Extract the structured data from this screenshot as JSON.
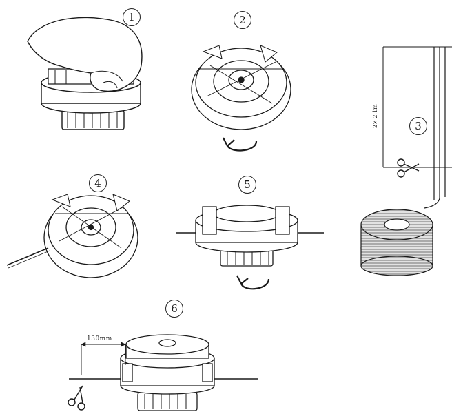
{
  "steps": {
    "s1": "1",
    "s2": "2",
    "s3": "3",
    "s4": "4",
    "s5": "5",
    "s6": "6"
  },
  "labels": {
    "line_spec": "2× 2.1m",
    "length_130": "130mm"
  },
  "colors": {
    "ink": "#1a1a1a",
    "spool_fill": "#ffffff",
    "coil_fill": "#d9d9d9"
  },
  "icons": [
    "hand-icon",
    "scissors-icon",
    "rotate-arrow-icon",
    "line-coil-icon"
  ]
}
